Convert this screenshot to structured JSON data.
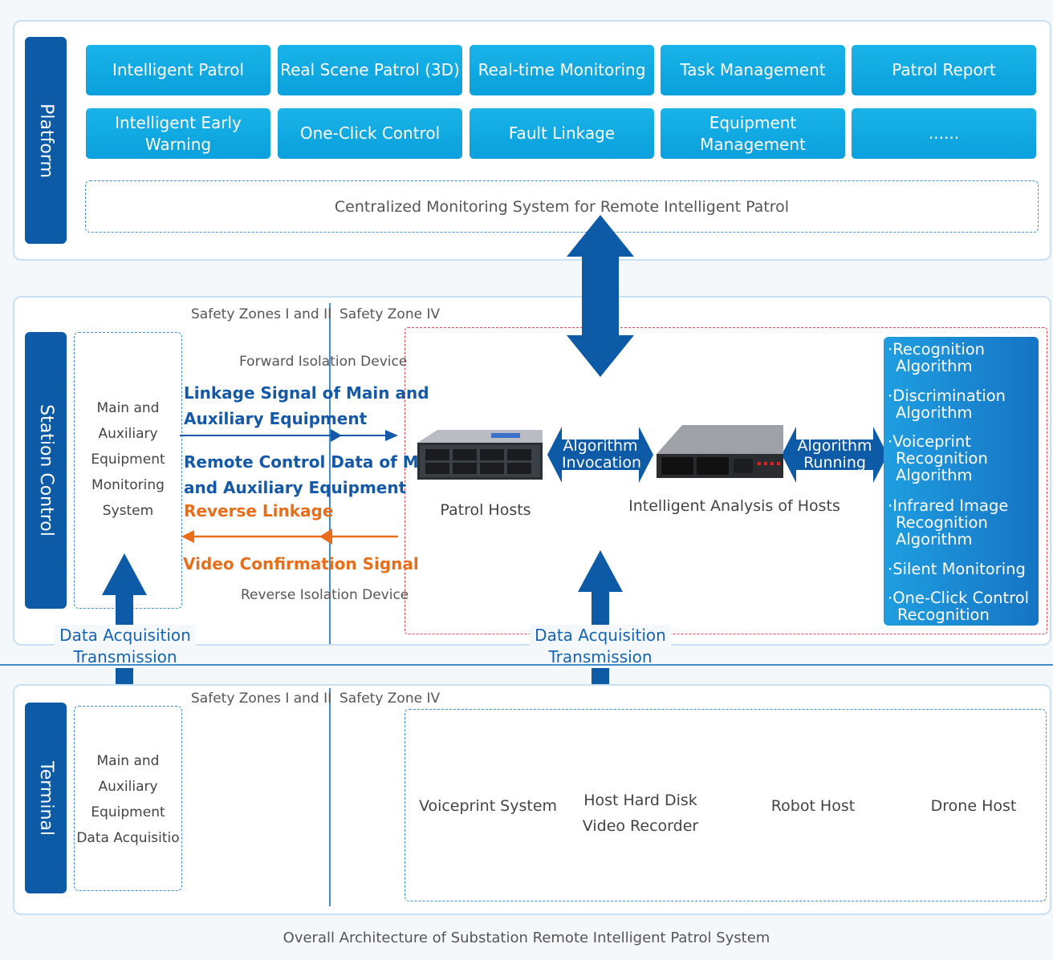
{
  "platform": {
    "band_label": "Platform",
    "functions": [
      "Intelligent Patrol",
      "Real Scene Patrol (3D)",
      "Real-time Monitoring",
      "Task Management",
      "Patrol Report",
      "Intelligent Early Warning",
      "One-Click Control",
      "Fault Linkage",
      "Equipment Management",
      "......"
    ],
    "monitoring_system": "Centralized Monitoring System for Remote Intelligent Patrol"
  },
  "station": {
    "band_label": "Station Control",
    "zone_left": "Safety Zones I and II",
    "zone_right": "Safety Zone IV",
    "main_aux_box": [
      "Main and",
      "Auxiliary",
      "Equipment",
      "Monitoring",
      "System"
    ],
    "forward_isolation": "Forward Isolation Device",
    "reverse_isolation": "Reverse Isolation Device",
    "linkage_signal": [
      "Linkage Signal of Main and",
      "Auxiliary Equipment"
    ],
    "remote_control": [
      "Remote Control Data of Main",
      "and Auxiliary Equipment"
    ],
    "reverse_linkage": "Reverse Linkage",
    "video_confirmation": "Video Confirmation Signal",
    "patrol_hosts": "Patrol Hosts",
    "analysis_hosts": "Intelligent Analysis of Hosts",
    "algorithm_invocation": [
      "Algorithm",
      "Invocation"
    ],
    "algorithm_running": [
      "Algorithm",
      "Running"
    ],
    "algorithms": [
      [
        "·Recognition",
        "Algorithm"
      ],
      [
        "·Discrimination",
        "Algorithm"
      ],
      [
        "·Voiceprint",
        "Recognition",
        "Algorithm"
      ],
      [
        "·Infrared Image",
        "Recognition",
        "Algorithm"
      ],
      [
        "·Silent Monitoring"
      ],
      [
        "·One-Click Control",
        "Recognition"
      ]
    ]
  },
  "transmission": {
    "left": [
      "Data Acquisition",
      "Transmission"
    ],
    "right": [
      "Data Acquisition",
      "Transmission"
    ]
  },
  "terminal": {
    "band_label": "Terminal",
    "zone_left": "Safety Zones I and II",
    "zone_right": "Safety Zone IV",
    "main_aux_box": [
      "Main and",
      "Auxiliary",
      "Equipment",
      "Data Acquisitio"
    ],
    "devices": {
      "voiceprint": "Voiceprint System",
      "nvr": [
        "Host Hard Disk",
        "Video Recorder"
      ],
      "robot": "Robot Host",
      "drone": "Drone Host"
    }
  },
  "caption": "Overall Architecture of Substation Remote Intelligent Patrol System",
  "colors": {
    "band": "#0d5aa7",
    "function_button": "#0aa0dc",
    "big_arrow": "#0d5aa7",
    "signal_blue": "#1459a8",
    "signal_orange": "#ea6e1a"
  }
}
